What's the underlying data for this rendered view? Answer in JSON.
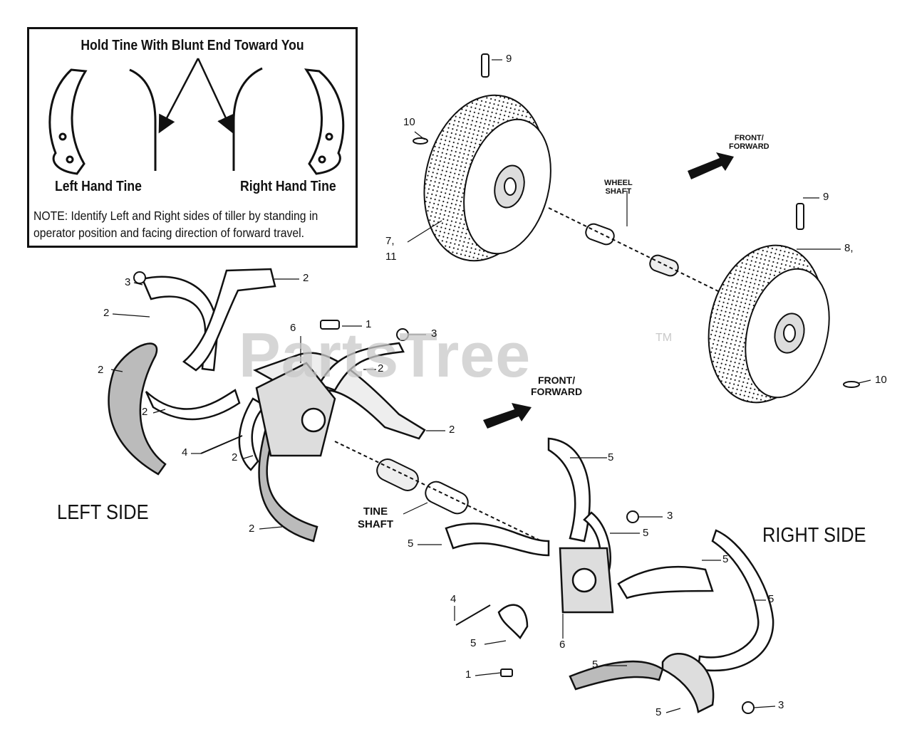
{
  "note": {
    "title": "Hold Tine With Blunt End Toward You",
    "left_hand_tine": "Left Hand Tine",
    "right_hand_tine": "Right Hand Tine",
    "text": "NOTE: Identify Left and Right sides of tiller by standing in operator position and facing direction of forward travel."
  },
  "sides": {
    "left": "LEFT SIDE",
    "right": "RIGHT SIDE"
  },
  "labels": {
    "front_forward_center": "FRONT/\nFORWARD",
    "front_forward_top": "FRONT/\nFORWARD",
    "wheel_shaft": "WHEEL\nSHAFT",
    "tine_shaft": "TINE\nSHAFT"
  },
  "watermark": {
    "text": "PartsTree",
    "tm": "TM"
  },
  "callouts": [
    {
      "id": "c9a",
      "text": "9"
    },
    {
      "id": "c10a",
      "text": "10"
    },
    {
      "id": "c7",
      "text": "7,\n11"
    },
    {
      "id": "c9b",
      "text": "9"
    },
    {
      "id": "c8",
      "text": "8,"
    },
    {
      "id": "c10b",
      "text": "10"
    },
    {
      "id": "c3a",
      "text": "3"
    },
    {
      "id": "c2a",
      "text": "2"
    },
    {
      "id": "c2b",
      "text": "2"
    },
    {
      "id": "c6a",
      "text": "6"
    },
    {
      "id": "c1a",
      "text": "1"
    },
    {
      "id": "c3b",
      "text": "3"
    },
    {
      "id": "c2c",
      "text": "2"
    },
    {
      "id": "c2d",
      "text": "2"
    },
    {
      "id": "c2e",
      "text": "2"
    },
    {
      "id": "c2f",
      "text": "2"
    },
    {
      "id": "c4a",
      "text": "4"
    },
    {
      "id": "c2g",
      "text": "2"
    },
    {
      "id": "c2h",
      "text": "2"
    },
    {
      "id": "c5a",
      "text": "5"
    },
    {
      "id": "c3c",
      "text": "3"
    },
    {
      "id": "c5b",
      "text": "5"
    },
    {
      "id": "c5c",
      "text": "5"
    },
    {
      "id": "c5d",
      "text": "5"
    },
    {
      "id": "c5e",
      "text": "5"
    },
    {
      "id": "c4b",
      "text": "4"
    },
    {
      "id": "c5f",
      "text": "5"
    },
    {
      "id": "c6b",
      "text": "6"
    },
    {
      "id": "c5g",
      "text": "5"
    },
    {
      "id": "c1b",
      "text": "1"
    },
    {
      "id": "c5h",
      "text": "5"
    },
    {
      "id": "c3d",
      "text": "3"
    }
  ]
}
